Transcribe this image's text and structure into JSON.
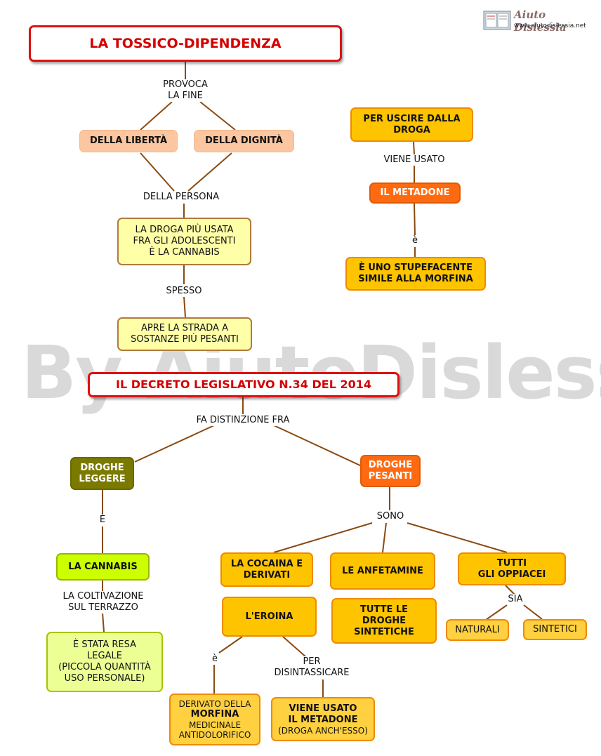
{
  "logo": {
    "name": "Aiuto Dislessia",
    "url": "www.aiutodislessia.net"
  },
  "watermark": "By AiutoDislessia.net",
  "nodes": {
    "title": "LA TOSSICO-DIPENDENZA",
    "liberta": "DELLA LIBERTÀ",
    "dignita": "DELLA DIGNITÀ",
    "droga_usata": [
      "LA DROGA PIÙ USATA",
      "FRA GLI ADOLESCENTI",
      "È LA CANNABIS"
    ],
    "apre_strada": [
      "APRE LA STRADA A",
      "SOSTANZE PIÙ PESANTI"
    ],
    "uscire": [
      "PER USCIRE DALLA",
      "DROGA"
    ],
    "metadone": "IL METADONE",
    "stupefacente": [
      "È UNO STUPEFACENTE",
      "SIMILE ALLA MORFINA"
    ],
    "decreto": "IL DECRETO LEGISLATIVO N.34 DEL 2014",
    "leggere": [
      "DROGHE",
      "LEGGERE"
    ],
    "pesanti": [
      "DROGHE",
      "PESANTI"
    ],
    "cannabis": "LA CANNABIS",
    "legale": [
      "È STATA RESA",
      "LEGALE",
      "(PICCOLA QUANTITÀ",
      "USO PERSONALE)"
    ],
    "cocaina": [
      "LA COCAINA E",
      "DERIVATI"
    ],
    "anfetamine": "LE ANFETAMINE",
    "oppiacei": [
      "TUTTI",
      "GLI OPPIACEI"
    ],
    "eroina": "L'EROINA",
    "sintetiche": [
      "TUTTE LE",
      "DROGHE",
      "SINTETICHE"
    ],
    "naturali": "NATURALI",
    "sintetici": "SINTETICI",
    "morfina": {
      "line1": "DERIVATO DELLA",
      "line2": "MORFINA",
      "line3": "MEDICINALE",
      "line4": "ANTIDOLORIFICO"
    },
    "viene_metadone": {
      "line1": "VIENE USATO",
      "line2": "IL METADONE",
      "line3": "(DROGA ANCH'ESSO)"
    }
  },
  "links": {
    "provoca": [
      "PROVOCA",
      "LA FINE"
    ],
    "persona": "DELLA PERSONA",
    "spesso": "SPESSO",
    "viene_usato": "VIENE USATO",
    "e_metadone": "è",
    "distinzione": "FA DISTINZIONE FRA",
    "e_leggere": "È",
    "sono": "SONO",
    "coltivazione": [
      "LA COLTIVAZIONE",
      "SUL TERRAZZO"
    ],
    "sia": "SIA",
    "e_eroina": "è",
    "disintassicare": [
      "PER",
      "DISINTASSICARE"
    ]
  },
  "colors": {
    "title_border": "#e01010",
    "title_text": "#d40000",
    "line": "#8a4a12",
    "orange": "#ff6a10",
    "gold": "#ffc400",
    "olive": "#7b7a00",
    "lime": "#ccff00"
  }
}
